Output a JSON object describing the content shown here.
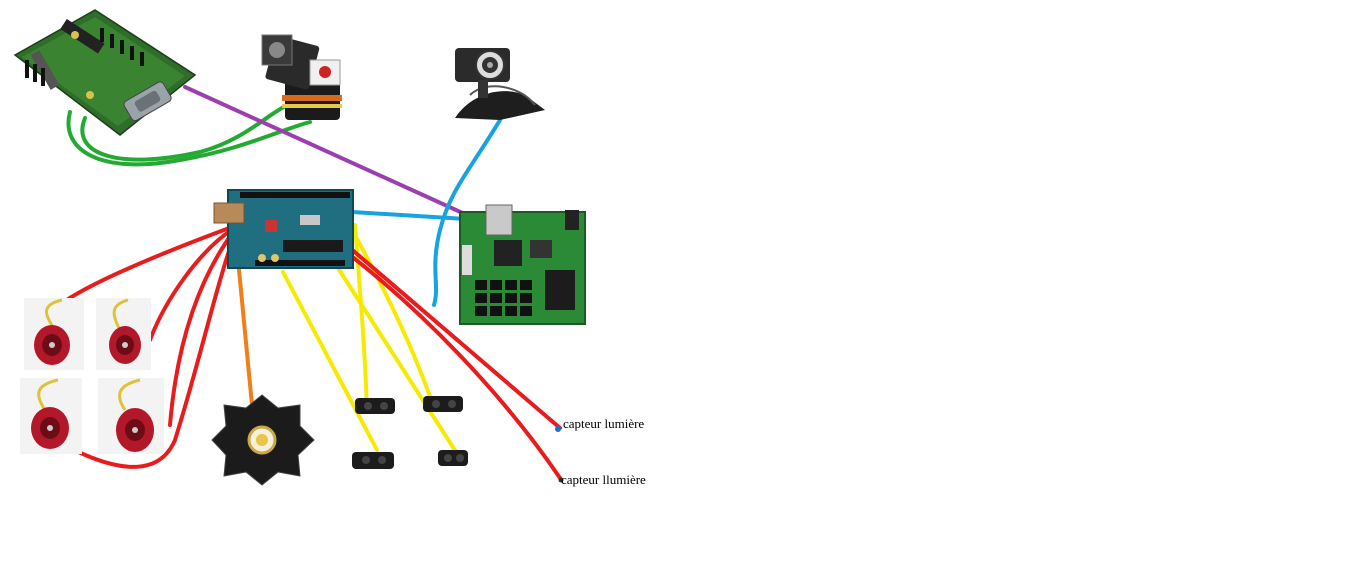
{
  "labels": {
    "sensor_1": "capteur lumière",
    "sensor_2": "capteur llumière"
  },
  "components": [
    {
      "id": "servo-controller-board",
      "icon": "pcb-board-icon"
    },
    {
      "id": "pan-tilt-servo",
      "icon": "servo-icon"
    },
    {
      "id": "webcam",
      "icon": "webcam-icon"
    },
    {
      "id": "arduino-board",
      "icon": "arduino-icon"
    },
    {
      "id": "embedded-linux-board",
      "icon": "pcb-board-icon"
    },
    {
      "id": "brushless-motor-1",
      "icon": "motor-icon"
    },
    {
      "id": "brushless-motor-2",
      "icon": "motor-icon"
    },
    {
      "id": "brushless-motor-3",
      "icon": "motor-icon"
    },
    {
      "id": "brushless-motor-4",
      "icon": "motor-icon"
    },
    {
      "id": "power-led-star",
      "icon": "led-icon"
    },
    {
      "id": "ir-distance-sensor-1",
      "icon": "sensor-icon"
    },
    {
      "id": "ir-distance-sensor-2",
      "icon": "sensor-icon"
    },
    {
      "id": "ir-distance-sensor-3",
      "icon": "sensor-icon"
    },
    {
      "id": "ir-distance-sensor-4",
      "icon": "sensor-icon"
    }
  ],
  "wire_colors": {
    "servo": "#22aa33",
    "serial": "#9b3fb0",
    "usb": "#17a3e0",
    "motor": "#e81c1c",
    "led": "#f07f1a",
    "sensor": "#f5ea00"
  }
}
